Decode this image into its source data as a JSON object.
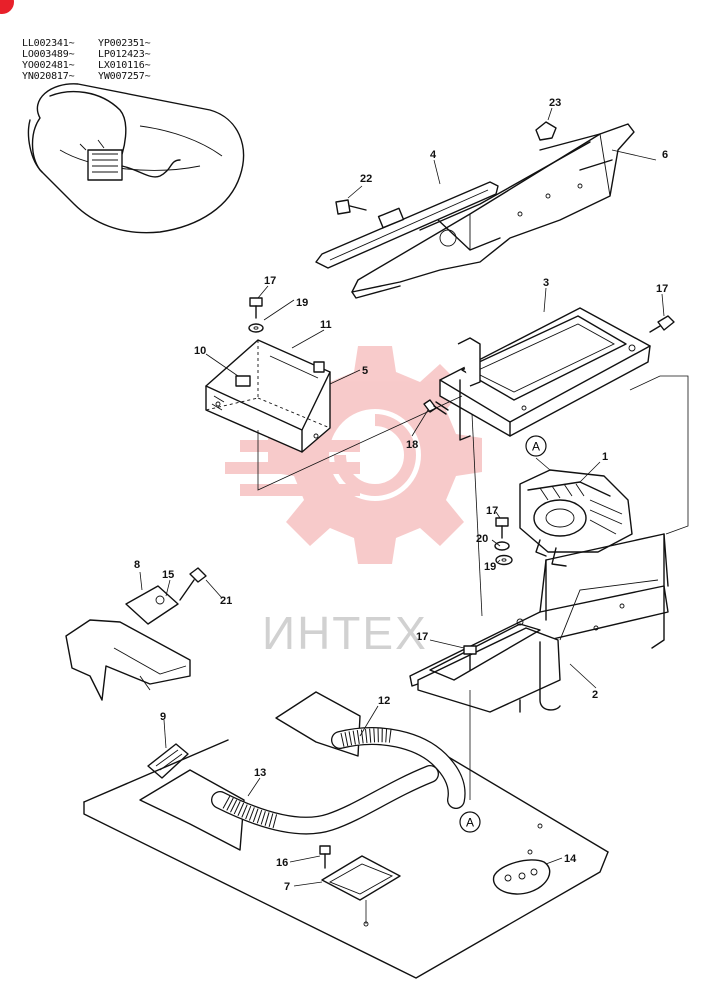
{
  "serials": [
    "LL002341~",
    "YP002351~",
    "LO003489~",
    "LP012423~",
    "YO002481~",
    "LX010116~",
    "YN020817~",
    "YW007257~"
  ],
  "watermark": "ИНТЕХ",
  "callouts": {
    "p1": "1",
    "p2": "2",
    "p3": "3",
    "p4": "4",
    "p5": "5",
    "p6": "6",
    "p7": "7",
    "p8": "8",
    "p9": "9",
    "p10": "10",
    "p11": "11",
    "p12": "12",
    "p13": "13",
    "p14": "14",
    "p15": "15",
    "p16": "16",
    "p17a": "17",
    "p17b": "17",
    "p17c": "17",
    "p17d": "17",
    "p18": "18",
    "p19a": "19",
    "p19b": "19",
    "p20": "20",
    "p21": "21",
    "p22": "22",
    "p23": "23"
  },
  "connector_marks": {
    "top": "A",
    "bottom": "A"
  },
  "colors": {
    "line": "#111111",
    "brand_red": "#e8202a",
    "watermark_red": "#f2a0a0",
    "watermark_text": "#c9c9c9"
  }
}
